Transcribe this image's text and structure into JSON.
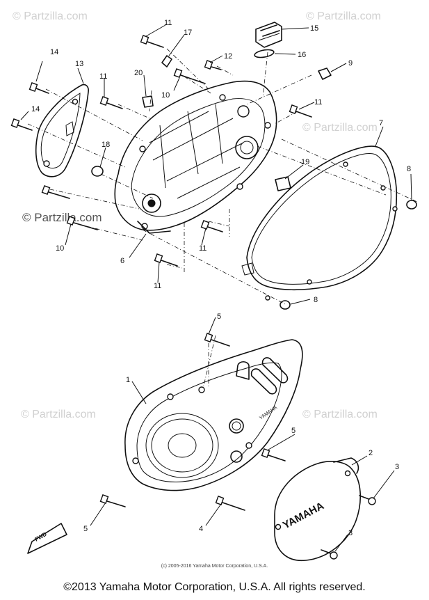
{
  "watermark": "© Partzilla.com",
  "watermark_small": "© Partzilla.com",
  "fwd_label": "FWD",
  "yamaha_logo": "YAMAHA",
  "cover_text": "YAMAHA",
  "small_notice": "(c) 2005-2016 Yamaha Motor Corporation, U.S.A.",
  "copyright": "©2013 Yamaha Motor Corporation, U.S.A. All rights reserved.",
  "callouts": {
    "c1": "1",
    "c2": "2",
    "c3a": "3",
    "c3b": "3",
    "c4": "4",
    "c5a": "5",
    "c5b": "5",
    "c5c": "5",
    "c6": "6",
    "c7": "7",
    "c8a": "8",
    "c8b": "8",
    "c9": "9",
    "c10a": "10",
    "c10b": "10",
    "c11a": "11",
    "c11b": "11",
    "c11c": "11",
    "c11d": "11",
    "c11e": "11",
    "c12": "12",
    "c13": "13",
    "c14a": "14",
    "c14b": "14",
    "c15": "15",
    "c16": "16",
    "c17": "17",
    "c18": "18",
    "c19": "19",
    "c20": "20"
  }
}
